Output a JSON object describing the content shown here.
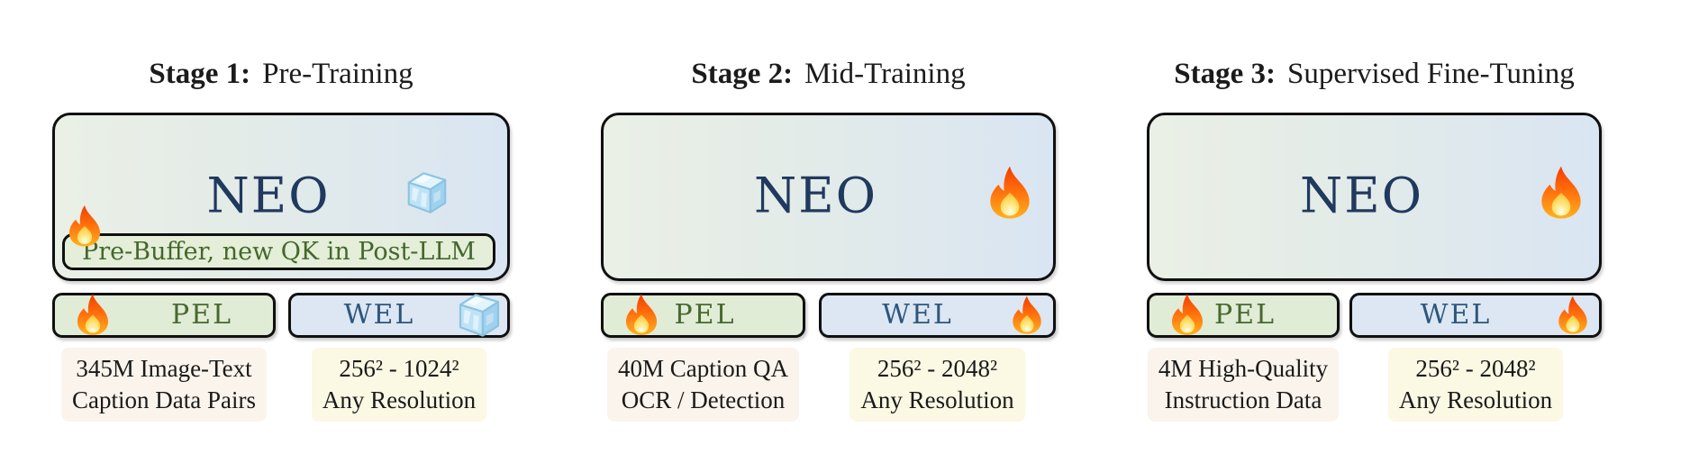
{
  "figure": {
    "model_label": "NEO",
    "colors": {
      "neo_text": "#20395f",
      "pel_text": "#47692e",
      "wel_text": "#2d567d",
      "sub_box_text": "#44672a",
      "box_gradient_left": "#eaf0e5",
      "box_gradient_right": "#d9e5f2",
      "pel_bg": "#e1ecd7",
      "wel_bg": "#dce7f3",
      "sub_box_bg": "#e4eed9",
      "note_left_bg": "#fbf4ec",
      "note_right_bg": "#fbf8e3",
      "border": "#101010"
    }
  },
  "stages": [
    {
      "title_prefix": "Stage 1:",
      "title_name": "Pre-Training",
      "main_icon": "ice-cube",
      "edge_icon": "fire",
      "sub_box_label": "Pre-Buffer, new QK in Post-LLM",
      "pel_label": "PEL",
      "pel_icon": "fire",
      "wel_label": "WEL",
      "wel_icon": "ice-cube",
      "pel_note_line1": "345M Image-Text",
      "pel_note_line2": "Caption Data Pairs",
      "wel_note_line1": "256² - 1024²",
      "wel_note_line2": "Any Resolution"
    },
    {
      "title_prefix": "Stage 2:",
      "title_name": "Mid-Training",
      "main_icon": "fire",
      "pel_label": "PEL",
      "pel_icon": "fire",
      "wel_label": "WEL",
      "wel_icon": "fire",
      "pel_note_line1": "40M Caption QA",
      "pel_note_line2": "OCR / Detection",
      "wel_note_line1": "256² - 2048²",
      "wel_note_line2": "Any Resolution"
    },
    {
      "title_prefix": "Stage 3:",
      "title_name": "Supervised Fine-Tuning",
      "main_icon": "fire",
      "pel_label": "PEL",
      "pel_icon": "fire",
      "wel_label": "WEL",
      "wel_icon": "fire",
      "pel_note_line1": "4M High-Quality",
      "pel_note_line2": "Instruction Data",
      "wel_note_line1": "256² - 2048²",
      "wel_note_line2": "Any Resolution"
    }
  ]
}
